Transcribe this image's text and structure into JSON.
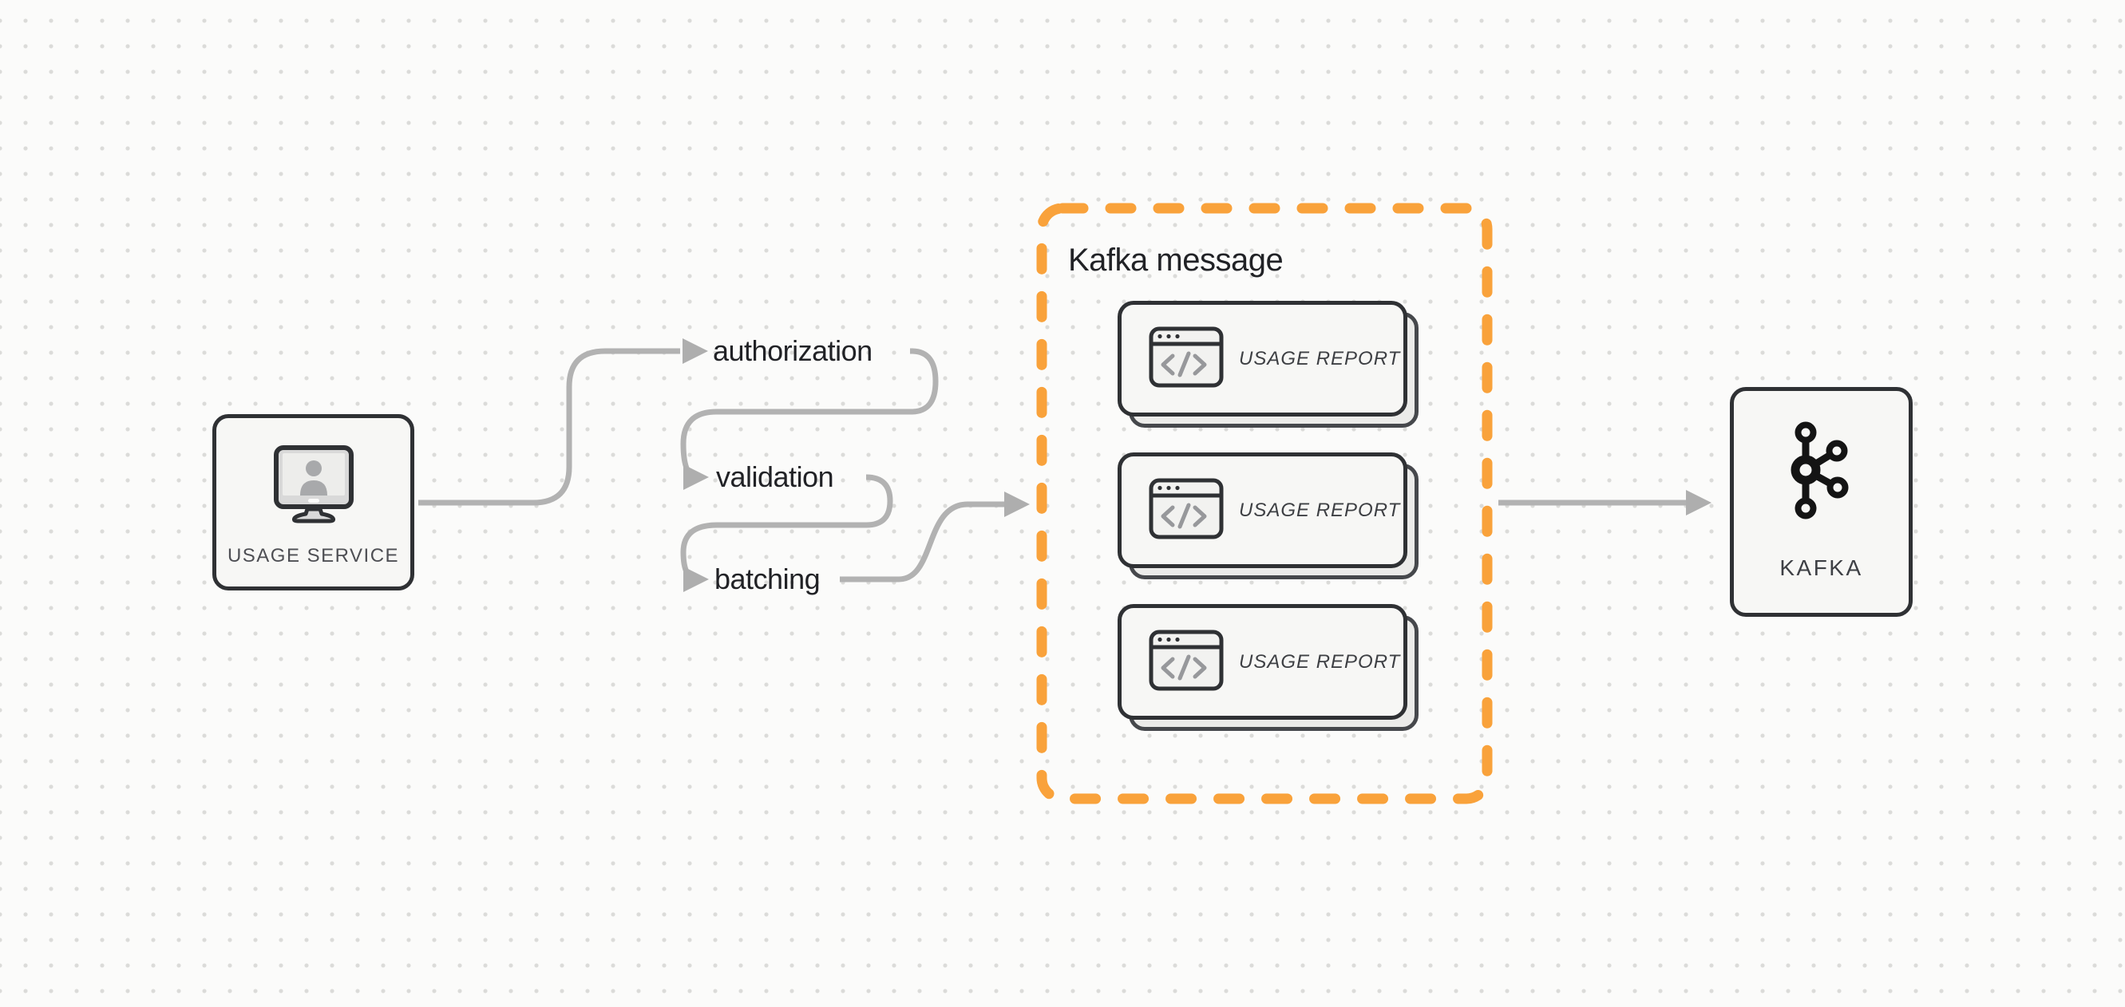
{
  "canvas": {
    "background": "#FBFBFA",
    "dot_color": "#DBDBD9"
  },
  "colors": {
    "accent_orange": "#F9A23B",
    "connector_gray": "#B2B2B2",
    "node_border": "#2F3134",
    "node_fill": "#F7F7F5",
    "card_back_fill": "#EBEBE9",
    "label_dark": "#212226",
    "label_muted": "#4E4F54",
    "code_glyph_gray": "#97989B",
    "kafka_logo_black": "#141414"
  },
  "nodes": {
    "usage_service": {
      "label": "USAGE SERVICE",
      "icon": "monitor-user-icon"
    },
    "kafka": {
      "label": "KAFKA",
      "icon": "kafka-logo-icon"
    }
  },
  "steps": [
    {
      "label": "authorization"
    },
    {
      "label": "validation"
    },
    {
      "label": "batching"
    }
  ],
  "group": {
    "title": "Kafka message",
    "cards": [
      {
        "label": "USAGE REPORT",
        "icon": "code-window-icon"
      },
      {
        "label": "USAGE REPORT",
        "icon": "code-window-icon"
      },
      {
        "label": "USAGE REPORT",
        "icon": "code-window-icon"
      }
    ]
  }
}
